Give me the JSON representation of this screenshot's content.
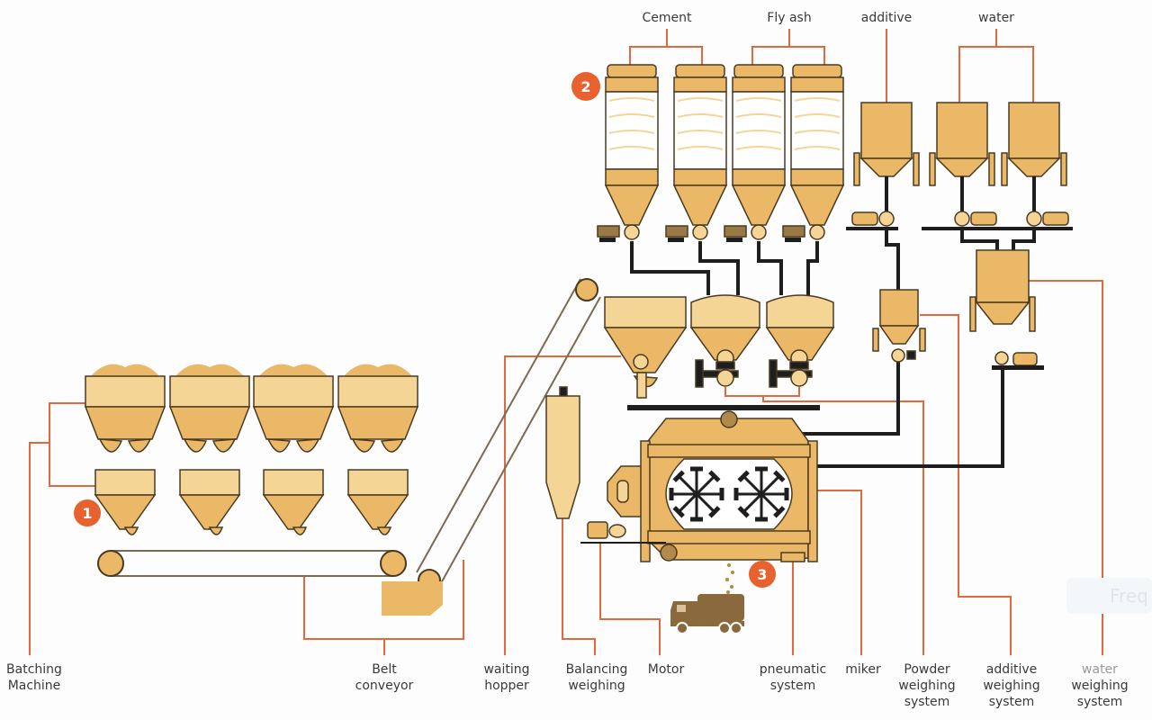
{
  "diagram": {
    "title": "Concrete batching plant process",
    "colors": {
      "equipment_fill": "#eab866",
      "equipment_light": "#f5d596",
      "outline": "#4a3a22",
      "pipe": "#1e1e1e",
      "leader_line": "#e3683c",
      "badge": "#e8622f",
      "truck": "#8a6a3c",
      "label_text": "#3a3a3a"
    },
    "top_labels": {
      "cement": "Cement",
      "fly_ash": "Fly ash",
      "additive": "additive",
      "water": "water"
    },
    "badges": {
      "one": "1",
      "two": "2",
      "three": "3"
    },
    "bottom_labels": {
      "batching_machine": [
        "Batching",
        "Machine"
      ],
      "belt_conveyor": [
        "Belt",
        "conveyor"
      ],
      "waiting_hopper": [
        "waiting",
        "hopper"
      ],
      "balancing_weighing": [
        "Balancing",
        "weighing"
      ],
      "motor": [
        "Motor"
      ],
      "pneumatic_system": [
        "pneumatic",
        "system"
      ],
      "mixer": [
        "miker"
      ],
      "powder_weighing": [
        "Powder",
        "weighing",
        "system"
      ],
      "additive_weighing": [
        "additive",
        "weighing",
        "system"
      ],
      "water_weighing": [
        "water",
        "weighing",
        "system"
      ]
    },
    "watermark": "Freq"
  }
}
